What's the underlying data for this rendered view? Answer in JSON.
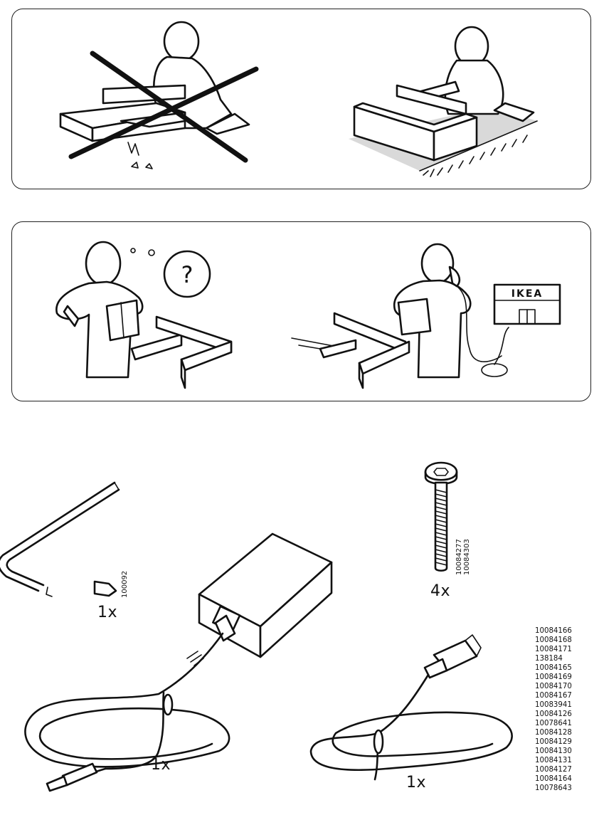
{
  "store_sign": {
    "text": "IKEA"
  },
  "question_mark": "?",
  "parts": {
    "hex_key": {
      "code": "100092",
      "quantity": "1x"
    },
    "bolt": {
      "codes": [
        "10084277",
        "10084303"
      ],
      "quantity": "4x"
    },
    "adapter": {
      "quantity": "1x"
    },
    "power_cord": {
      "quantity": "1x",
      "codes": [
        "10084166",
        "10084168",
        "10084171",
        "138184",
        "10084165",
        "10084169",
        "10084170",
        "10084167",
        "10083941",
        "10084126",
        "10078641",
        "10084128",
        "10084129",
        "10084130",
        "10084131",
        "10084127",
        "10084164",
        "10078643"
      ]
    }
  }
}
